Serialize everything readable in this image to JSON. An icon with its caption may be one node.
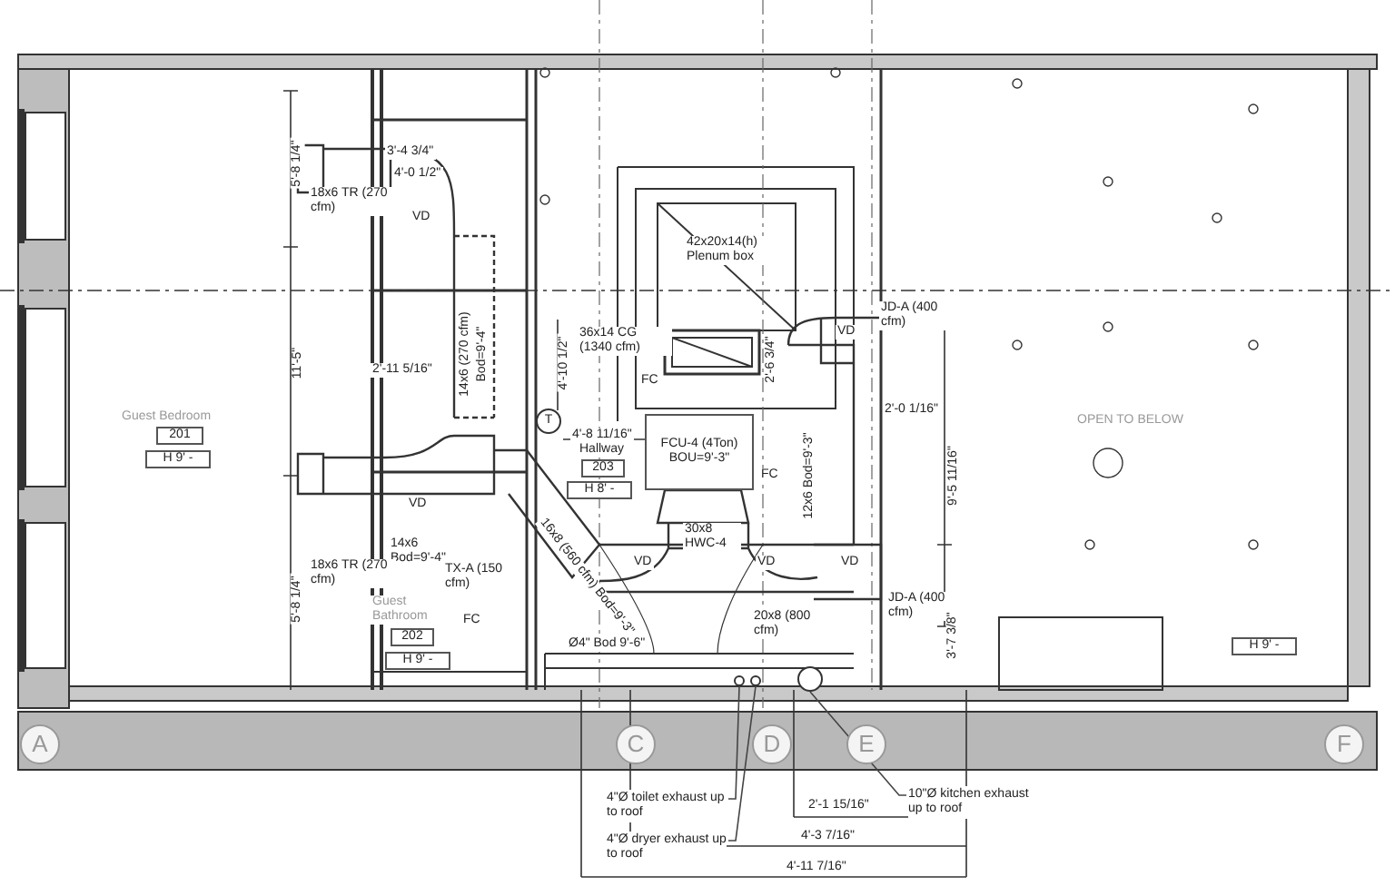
{
  "diagram": {
    "nodes": [
      {
        "text": [
          "T"
        ]
      },
      {
        "text": [
          "FCU-4 (4Ton) BOU=9'-3\""
        ]
      },
      {
        "text": [
          "201"
        ]
      },
      {
        "text": [
          "H 9' -"
        ]
      },
      {
        "text": [
          "203"
        ]
      },
      {
        "text": [
          "H 8' -"
        ]
      },
      {
        "text": [
          "202"
        ]
      },
      {
        "text": [
          "H 9' -"
        ]
      },
      {
        "text": [
          "H 9' -"
        ]
      },
      {
        "text": [
          "A"
        ]
      },
      {
        "text": [
          "C"
        ]
      },
      {
        "text": [
          "D"
        ]
      },
      {
        "text": [
          "E"
        ]
      },
      {
        "text": [
          "F"
        ]
      },
      {
        "text": [
          "4\"Ø toilet exhaust up to roof"
        ]
      },
      {
        "text": [
          "4\"Ø dryer exhaust up to roof"
        ]
      },
      {
        "text": [
          "10\"Ø kitchen exhaust up to roof"
        ]
      },
      {
        "text": [],
        "shape": "circle"
      },
      {
        "text": [],
        "shape": "circle"
      },
      {
        "text": [],
        "shape": "circle"
      }
    ],
    "edges": [
      {
        "from": 14,
        "to": 17,
        "arrow": "none"
      },
      {
        "from": 15,
        "to": 18,
        "arrow": "none"
      },
      {
        "from": 16,
        "to": 19,
        "arrow": "none"
      }
    ],
    "labels": [
      "3'-4 3/4\"",
      "4'-0 1/2\"",
      "5'-8 1/4\"",
      "18x6 TR (270 cfm)",
      "VD",
      "36x14 CG (1340 cfm)",
      "42x20x14(h) Plenum box",
      "JD-A (400 cfm)",
      "VD",
      "14x6 (270 cfm)",
      "Bod=9'-4\"",
      "2'-11 5/16\"",
      "11'-5\"",
      "4'-10 1/2\"",
      "2'-6 3/4\"",
      "FC",
      "2'-0 1/16\"",
      "4'-8 11/16\"",
      "12x6 Bod=9'-3\"",
      "9'-5 11/16\"",
      "Guest Bedroom",
      "Hallway",
      "FC",
      "OPEN TO BELOW",
      "30x8 HWC-4",
      "VD",
      "14x6 Bod=9'-4\"",
      "18x6 TR (270 cfm)",
      "16x8 (560 cfm) Bod=9'-3\"",
      "VD",
      "VD",
      "VD",
      "TX-A (150 cfm)",
      "5'-8 1/4\"",
      "Guest Bathroom",
      "FC",
      "JD-A (400 cfm)",
      "20x8 (800 cfm)",
      "3'-7 3/8\"",
      "Ø4\" Bod 9'-6\"",
      "2'-1 15/16\"",
      "4'-3 7/16\"",
      "4'-11 7/16\""
    ]
  }
}
